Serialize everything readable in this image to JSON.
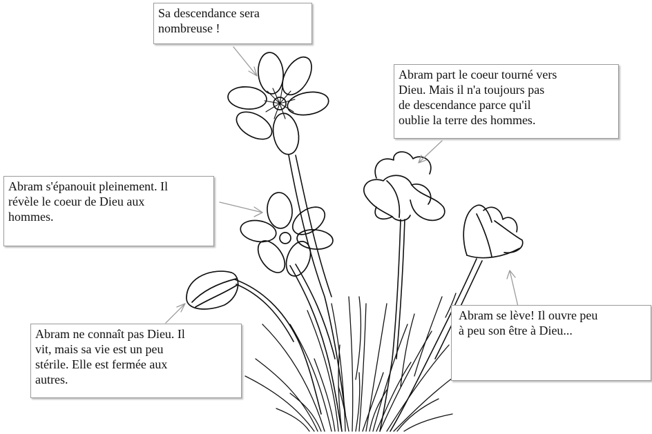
{
  "colors": {
    "ink": "#111111",
    "arrow": "#9a9a9a",
    "background": "#ffffff",
    "box_border": "#9a9a9a"
  },
  "callouts": {
    "top": "Sa descendance sera\nnombreuse !",
    "right": "Abram part le coeur tourné vers\nDieu. Mais il n'a toujours pas\nde descendance parce qu'il\noublie la terre des hommes.",
    "left": "Abram s'épanouit pleinement. Il\nrévèle le coeur de Dieu aux\nhommes.",
    "bottom_left": "Abram ne connaît pas Dieu. Il\nvit, mais sa vie est un peu\nstérile. Elle est fermée aux\nautres.",
    "bottom_right": "Abram se lève! Il ouvre peu\n   à  peu son être à Dieu..."
  }
}
